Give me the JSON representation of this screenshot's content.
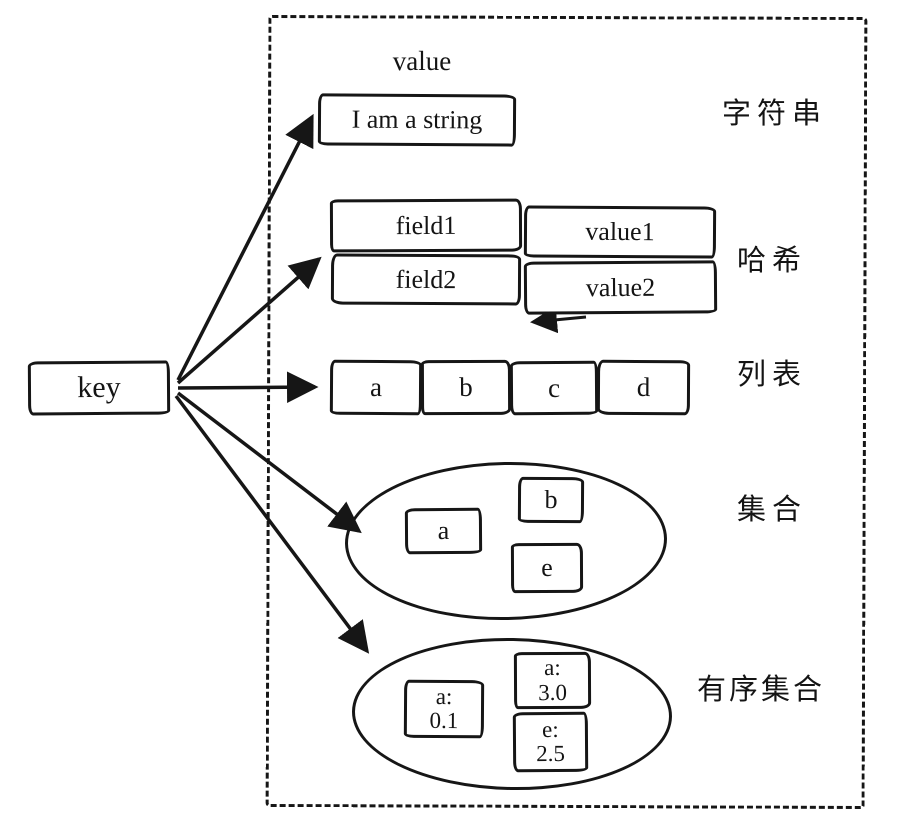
{
  "diagram": {
    "key_label": "key",
    "value_label": "value",
    "string": {
      "text": "I am a string",
      "label": "字符串"
    },
    "hash": {
      "rows": [
        {
          "field": "field1",
          "value": "value1"
        },
        {
          "field": "field2",
          "value": "value2"
        }
      ],
      "label": "哈希"
    },
    "list": {
      "items": [
        "a",
        "b",
        "c",
        "d"
      ],
      "label": "列表"
    },
    "set": {
      "items": [
        "a",
        "b",
        "e"
      ],
      "label": "集合"
    },
    "sorted_set": {
      "items": [
        {
          "member": "a:",
          "score": "0.1"
        },
        {
          "member": "a:",
          "score": "3.0"
        },
        {
          "member": "e:",
          "score": "2.5"
        }
      ],
      "label": "有序集合"
    },
    "colors": {
      "ink": "#161616",
      "background": "#ffffff"
    }
  }
}
